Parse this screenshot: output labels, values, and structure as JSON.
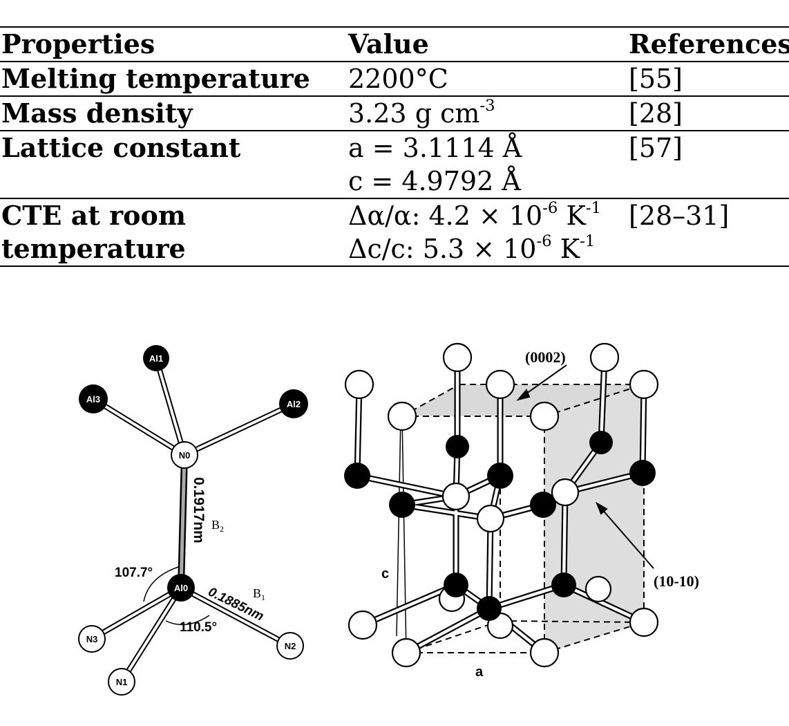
{
  "table": {
    "headers": [
      "Properties",
      "Value",
      "References"
    ],
    "rows": [
      {
        "property": [
          "Melting temperature"
        ],
        "value": [
          "2200°C"
        ],
        "reference": "[55]"
      },
      {
        "property": [
          "Mass density"
        ],
        "value": [
          "3.23 g cm",
          "-3"
        ],
        "reference": "[28]"
      },
      {
        "property": [
          "Lattice constant"
        ],
        "value_lines": [
          "a = 3.1114 Å",
          "c = 4.9792 Å"
        ],
        "reference": "[57]"
      },
      {
        "property_lines": [
          "CTE at room",
          "temperature"
        ],
        "cte_lines": [
          {
            "prefix": "Δα/α: 4.2 × 10",
            "exp1": "-6",
            "mid": " K",
            "exp2": "-1"
          },
          {
            "prefix": "Δc/c: 5.3 × 10",
            "exp1": "-6",
            "mid": " K",
            "exp2": "-1"
          }
        ],
        "reference": "[28–31]"
      }
    ]
  },
  "figure_left": {
    "atoms": {
      "al1": "Al1",
      "al3": "Al3",
      "al2": "Al2",
      "n0": "N0",
      "al0": "Al0",
      "n1": "N1",
      "n2": "N2",
      "n3": "N3"
    },
    "labels": {
      "bond_b2_length": "0.1917nm",
      "bond_b2_name": "B",
      "bond_b2_sub": "2",
      "angle_1": "107.7°",
      "bond_b1_length": "0.1885nm",
      "bond_b1_name": "B",
      "bond_b1_sub": "1",
      "angle_2": "110.5°"
    }
  },
  "figure_right": {
    "labels": {
      "plane_basal": "(0002)",
      "plane_prism": "(10-10)",
      "axis_c": "c",
      "axis_a": "a"
    }
  }
}
